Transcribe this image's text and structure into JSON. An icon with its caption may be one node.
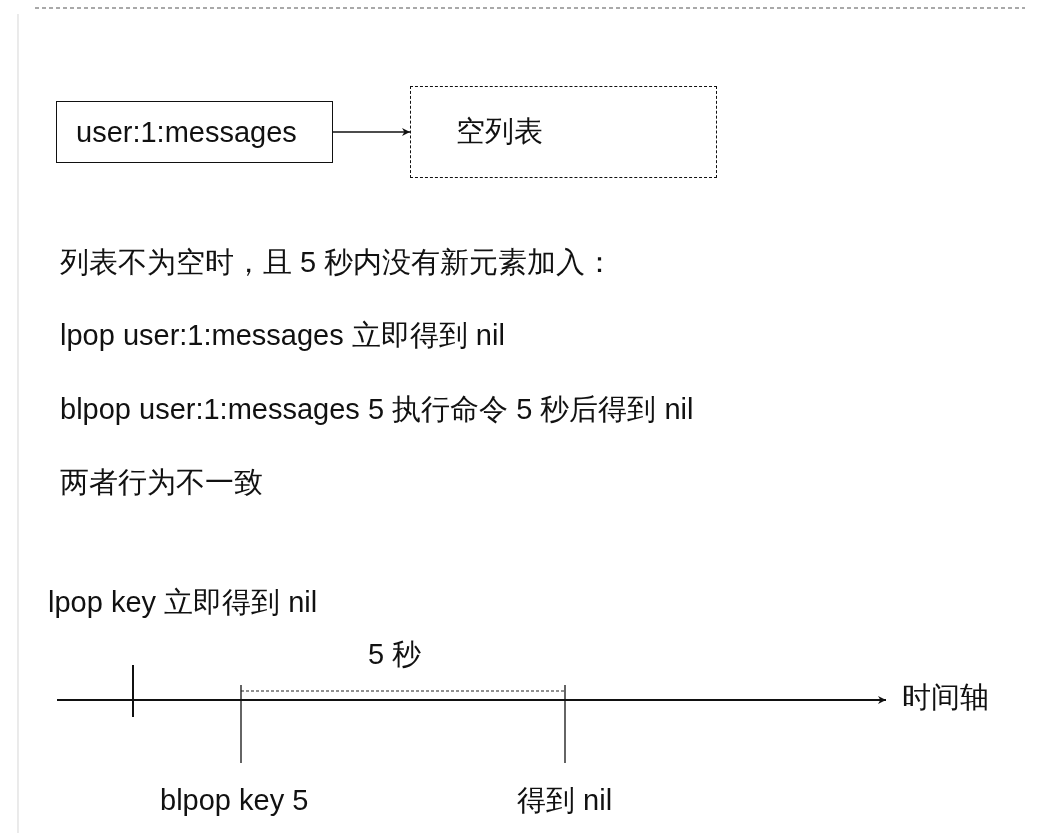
{
  "diagram": {
    "nodes": [
      {
        "text": [
          "user:1:messages"
        ]
      },
      {
        "text": [
          "空列表"
        ]
      }
    ],
    "edges": [
      {
        "from": 0,
        "to": 1,
        "arrow": "to"
      }
    ],
    "labels": [
      "列表不为空时，且 5 秒内没有新元素加入：",
      "lpop user:1:messages 立即得到 nil",
      "blpop user:1:messages 5 执行命令 5 秒后得到 nil",
      "两者行为不一致",
      "lpop key 立即得到 nil",
      "5 秒",
      "时间轴",
      "blpop key 5",
      "得到 nil"
    ]
  }
}
